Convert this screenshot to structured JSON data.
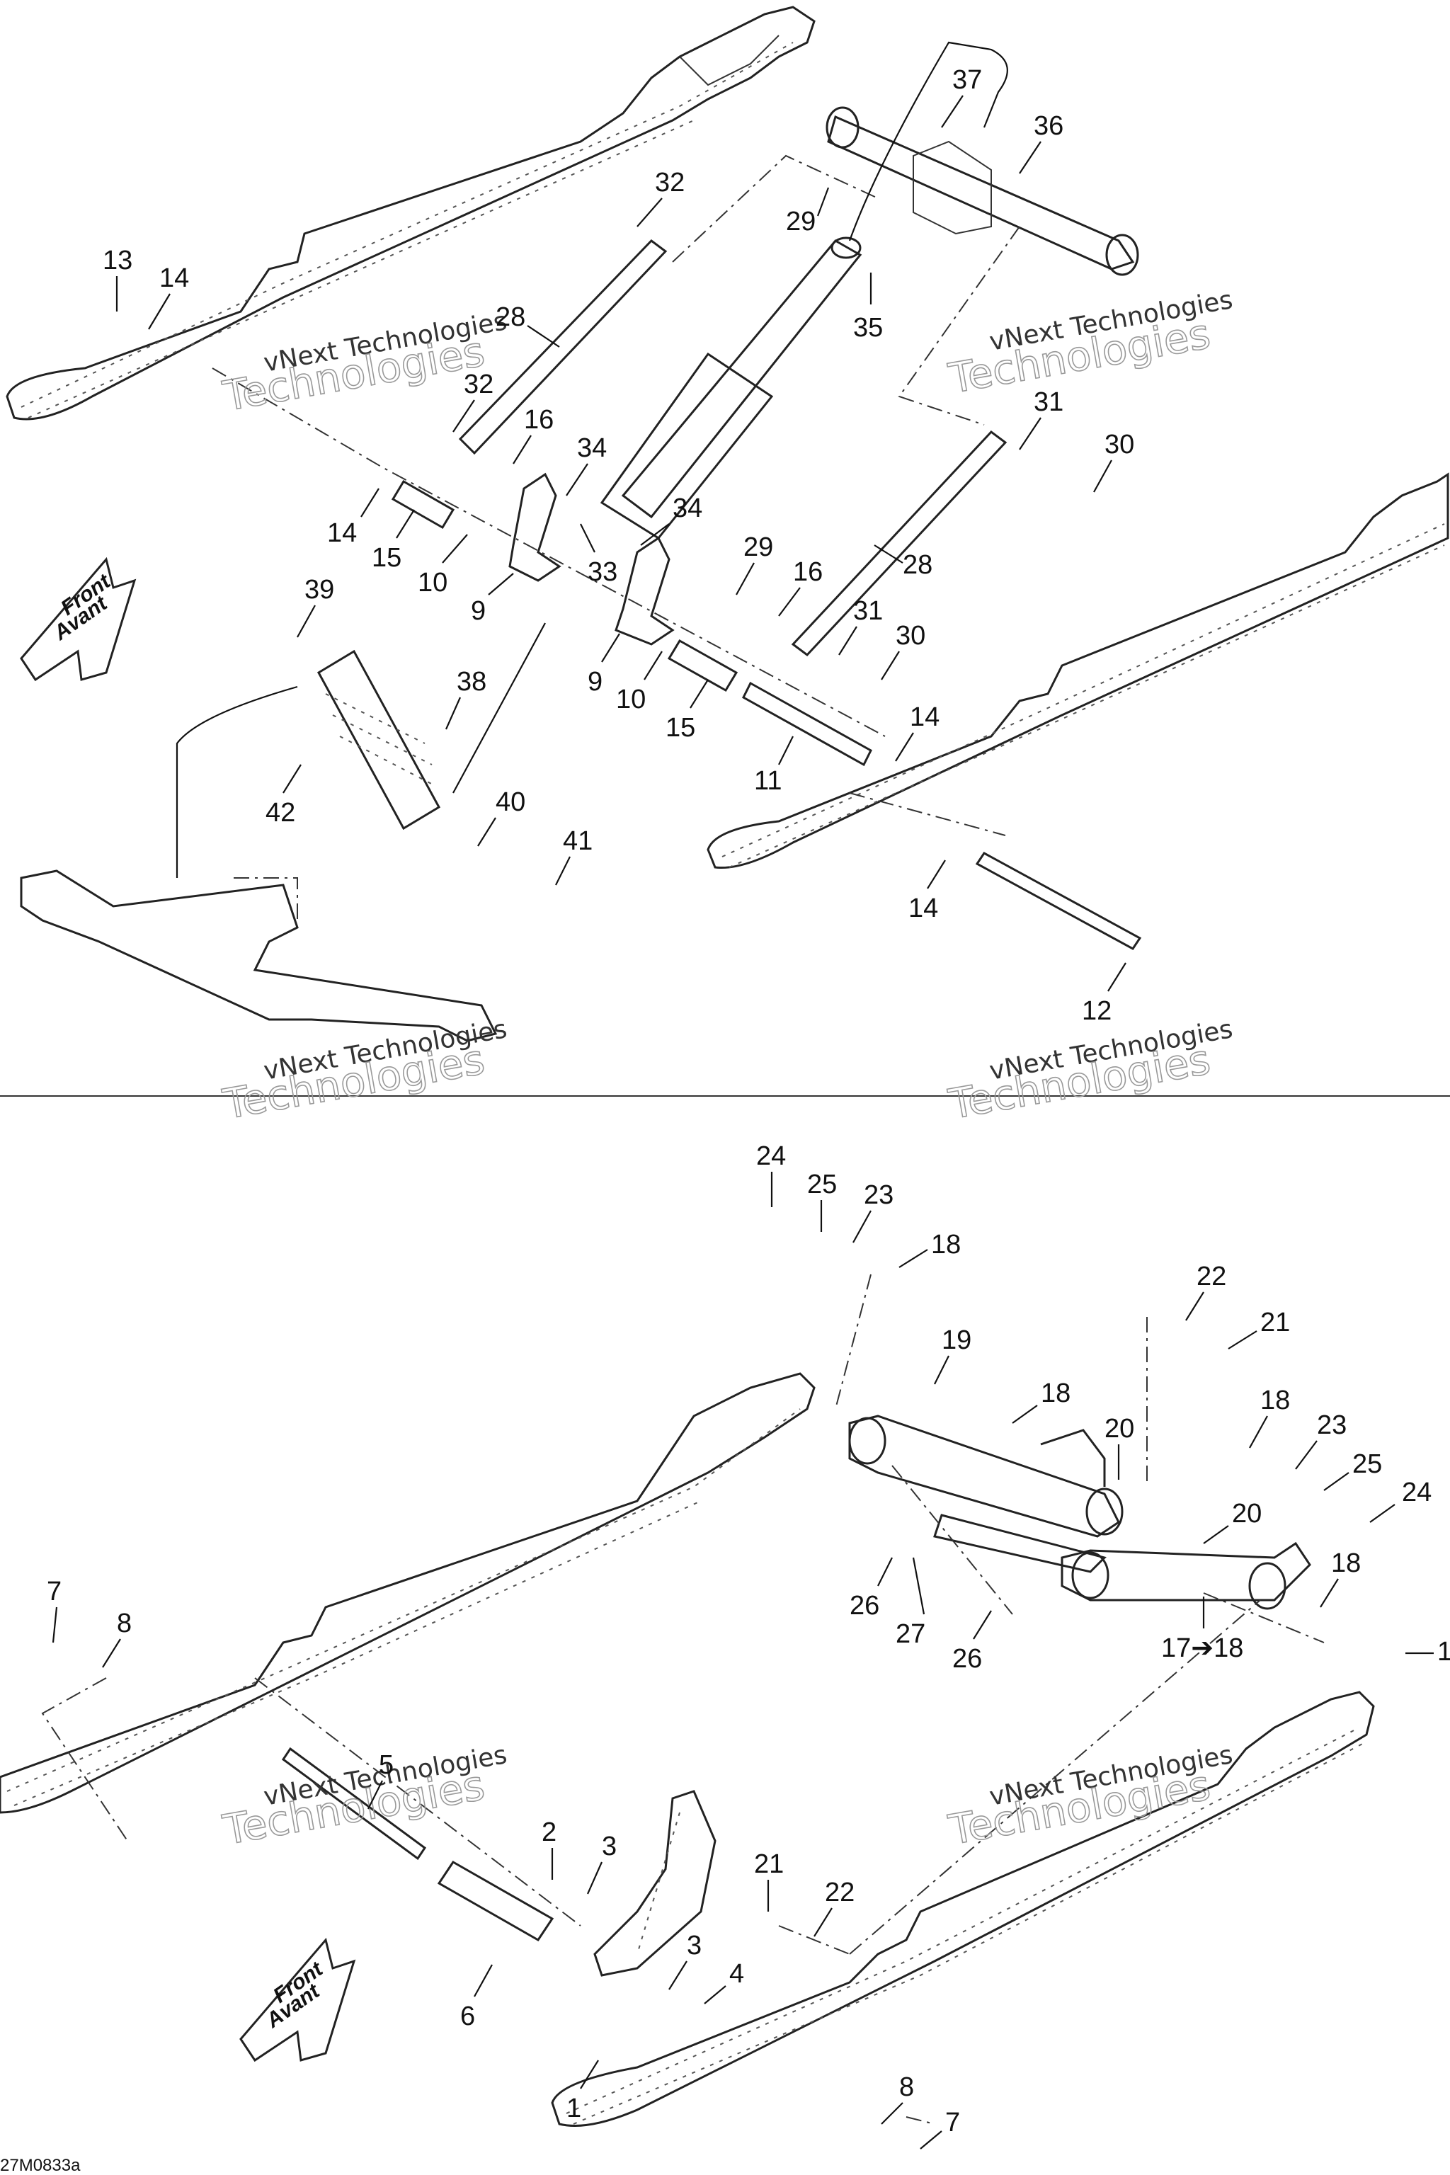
{
  "direction_labels": [
    "Front",
    "Avant"
  ],
  "watermark": {
    "line1": "vNext Technologies",
    "line2": "Technologies"
  },
  "diagram_code": "27M0833a",
  "top_section": {
    "labels": [
      "37",
      "36",
      "32",
      "29",
      "35",
      "13",
      "14",
      "28",
      "32",
      "16",
      "34",
      "31",
      "30",
      "14",
      "15",
      "10",
      "33",
      "34",
      "9",
      "29",
      "16",
      "28",
      "39",
      "38",
      "31",
      "30",
      "9",
      "10",
      "15",
      "14",
      "11",
      "42",
      "40",
      "41",
      "14",
      "12"
    ]
  },
  "bottom_section": {
    "labels": [
      "24",
      "25",
      "23",
      "18",
      "22",
      "21",
      "19",
      "18",
      "18",
      "23",
      "20",
      "25",
      "24",
      "20",
      "26",
      "27",
      "26",
      "18",
      "17➔18",
      "1",
      "7",
      "8",
      "5",
      "2",
      "3",
      "3",
      "4",
      "6",
      "1",
      "21",
      "22",
      "8",
      "7"
    ]
  }
}
